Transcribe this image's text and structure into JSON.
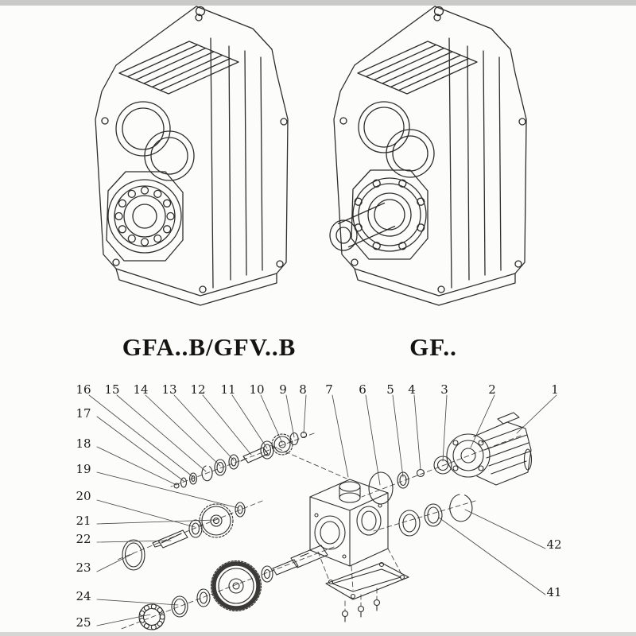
{
  "models": {
    "left": "GFA..B/GFV..B",
    "right": "GF.."
  },
  "callouts": {
    "top": [
      "16",
      "15",
      "14",
      "13",
      "12",
      "11",
      "10",
      "9",
      "8",
      "7",
      "6",
      "5",
      "4",
      "3",
      "2",
      "1"
    ],
    "left": [
      "17",
      "18",
      "19",
      "20",
      "21",
      "22",
      "23",
      "24",
      "25"
    ],
    "right": [
      "42",
      "41"
    ]
  },
  "colors": {
    "line": "#2e2d2b",
    "background": "#fcfcfa",
    "edge_strip": "#c9c9c7"
  }
}
